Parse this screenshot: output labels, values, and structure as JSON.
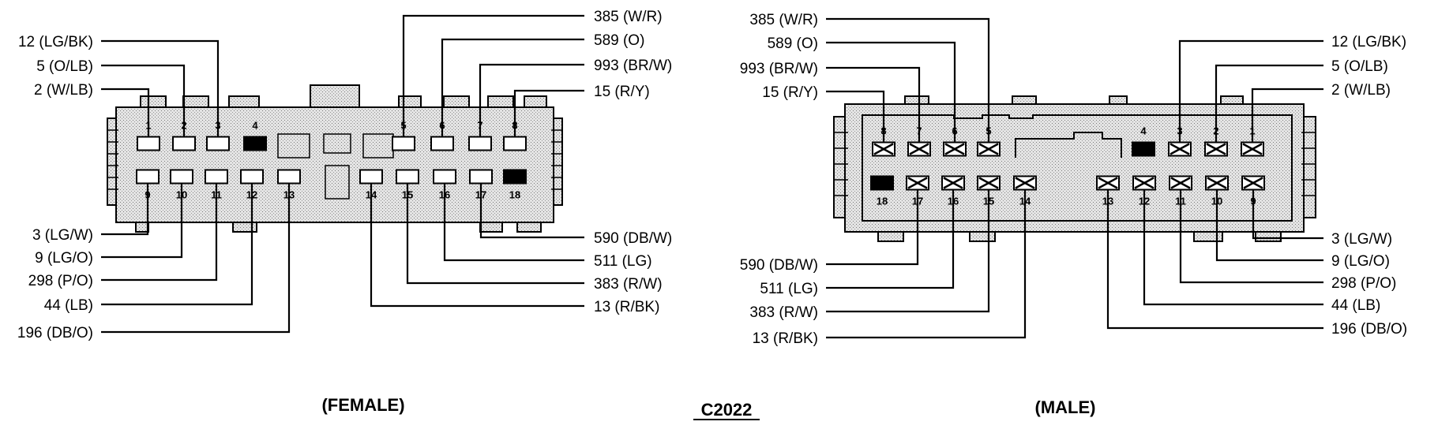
{
  "connector_id": "C2022",
  "female": {
    "caption": "(FEMALE)",
    "blank_pins": [
      "4",
      "18"
    ],
    "wires": {
      "1": "2 (W/LB)",
      "2": "5 (O/LB)",
      "3": "12 (LG/BK)",
      "5": "385 (W/R)",
      "6": "589 (O)",
      "7": "993 (BR/W)",
      "8": "15 (R/Y)",
      "9": "3 (LG/W)",
      "10": "9 (LG/O)",
      "11": "298 (P/O)",
      "12": "44 (LB)",
      "13": "196 (DB/O)",
      "14": "13 (R/BK)",
      "15": "383 (R/W)",
      "16": "511 (LG)",
      "17": "590 (DB/W)"
    }
  },
  "male": {
    "caption": "(MALE)",
    "blank_pins": [
      "4",
      "18"
    ],
    "wires": {
      "1": "2 (W/LB)",
      "2": "5 (O/LB)",
      "3": "12 (LG/BK)",
      "5": "385 (W/R)",
      "6": "589 (O)",
      "7": "993 (BR/W)",
      "8": "15 (R/Y)",
      "9": "3 (LG/W)",
      "10": "9 (LG/O)",
      "11": "298 (P/O)",
      "12": "44 (LB)",
      "13": "196 (DB/O)",
      "14": "13 (R/BK)",
      "15": "383 (R/W)",
      "16": "511 (LG)",
      "17": "590 (DB/W)"
    }
  }
}
